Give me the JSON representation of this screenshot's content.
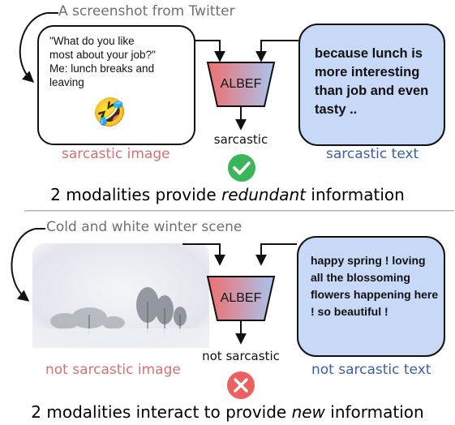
{
  "top_panel": {
    "caption": "A screenshot from Twitter",
    "tweet_lines": [
      "\"What do you like",
      "most about your job?\"",
      "Me: lunch breaks and",
      "leaving"
    ],
    "emoji": "🤣",
    "model_label": "ALBEF",
    "prediction": "sarcastic",
    "result": "correct",
    "image_label": "sarcastic image",
    "text_content": "because lunch is more interesting than job and even tasty ..",
    "text_label": "sarcastic text",
    "heading_prefix": "2 modalities provide ",
    "heading_emphasis": "redundant",
    "heading_suffix": " information"
  },
  "bottom_panel": {
    "caption": "Cold and white winter scene",
    "model_label": "ALBEF",
    "prediction": "not sarcastic",
    "result": "incorrect",
    "image_label": "not sarcastic image",
    "text_content": "happy spring ! loving all the blossoming flowers happening here ! so beautiful !",
    "text_label": "not sarcastic text",
    "heading_prefix": "2 modalities interact to provide ",
    "heading_emphasis": "new",
    "heading_suffix": " information"
  },
  "colors": {
    "image_label": "#d97070",
    "text_label": "#3a5fa6",
    "text_box_fill": "#c7d9f7",
    "trapezoid_left": "#ef6f6f",
    "trapezoid_right": "#a9c4ee",
    "check_green": "#3bb55a",
    "cross_red": "#ee6060"
  }
}
